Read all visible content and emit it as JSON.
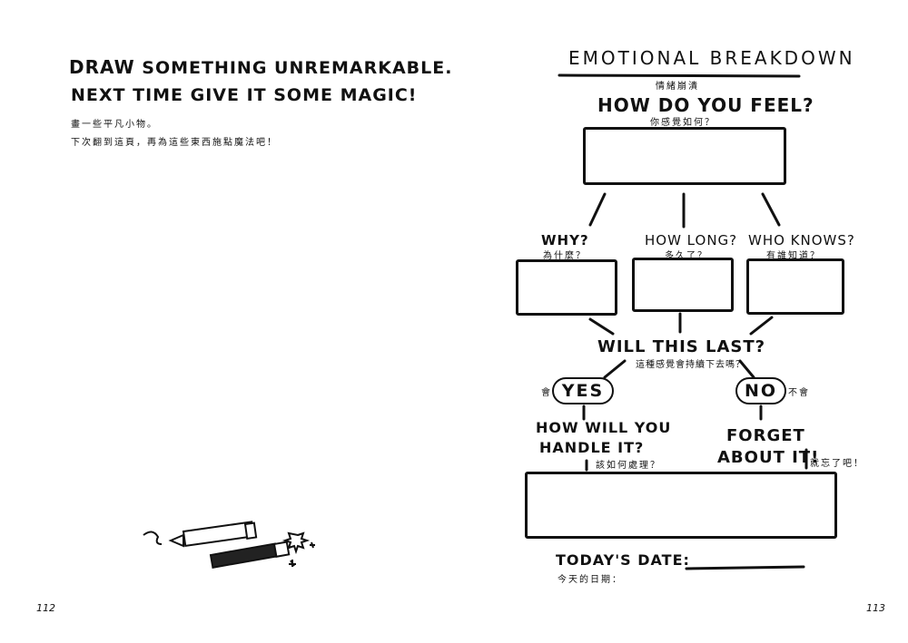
{
  "left_page": {
    "heading_line1_part1": "DRAW",
    "heading_line1_part2": "SOMETHING UNREMARKABLE.",
    "heading_line2": "NEXT TIME GIVE IT SOME MAGIC!",
    "chinese_line1": "畫一些平凡小物。",
    "chinese_line2": "下次翻到這頁，再為這些東西施點魔法吧！",
    "page_number": "112"
  },
  "right_page": {
    "title": "EMOTIONAL BREAKDOWN",
    "title_cn": "情緒崩潰",
    "how_do_you_feel": "HOW DO YOU FEEL?",
    "how_do_you_feel_cn": "你感覺如何？",
    "why": "WHY?",
    "why_cn": "為什麼？",
    "how_long": "HOW LONG?",
    "how_long_cn": "多久了？",
    "who_knows": "WHO KNOWS?",
    "who_knows_cn": "有誰知道？",
    "will_this_last": "WILL THIS LAST?",
    "will_this_last_cn": "這種感覺會持續下去嗎？",
    "yes_cn": "會",
    "yes": "YES",
    "no": "NO",
    "no_cn": "不會",
    "handle_line1": "HOW WILL YOU",
    "handle_line2": "HANDLE IT?",
    "handle_cn": "該如何處理？",
    "forget_line1": "FORGET",
    "forget_line2": "ABOUT IT!",
    "forget_cn": "就忘了吧！",
    "todays_date": "TODAY'S DATE:",
    "todays_date_cn": "今天的日期：",
    "page_number": "113"
  }
}
